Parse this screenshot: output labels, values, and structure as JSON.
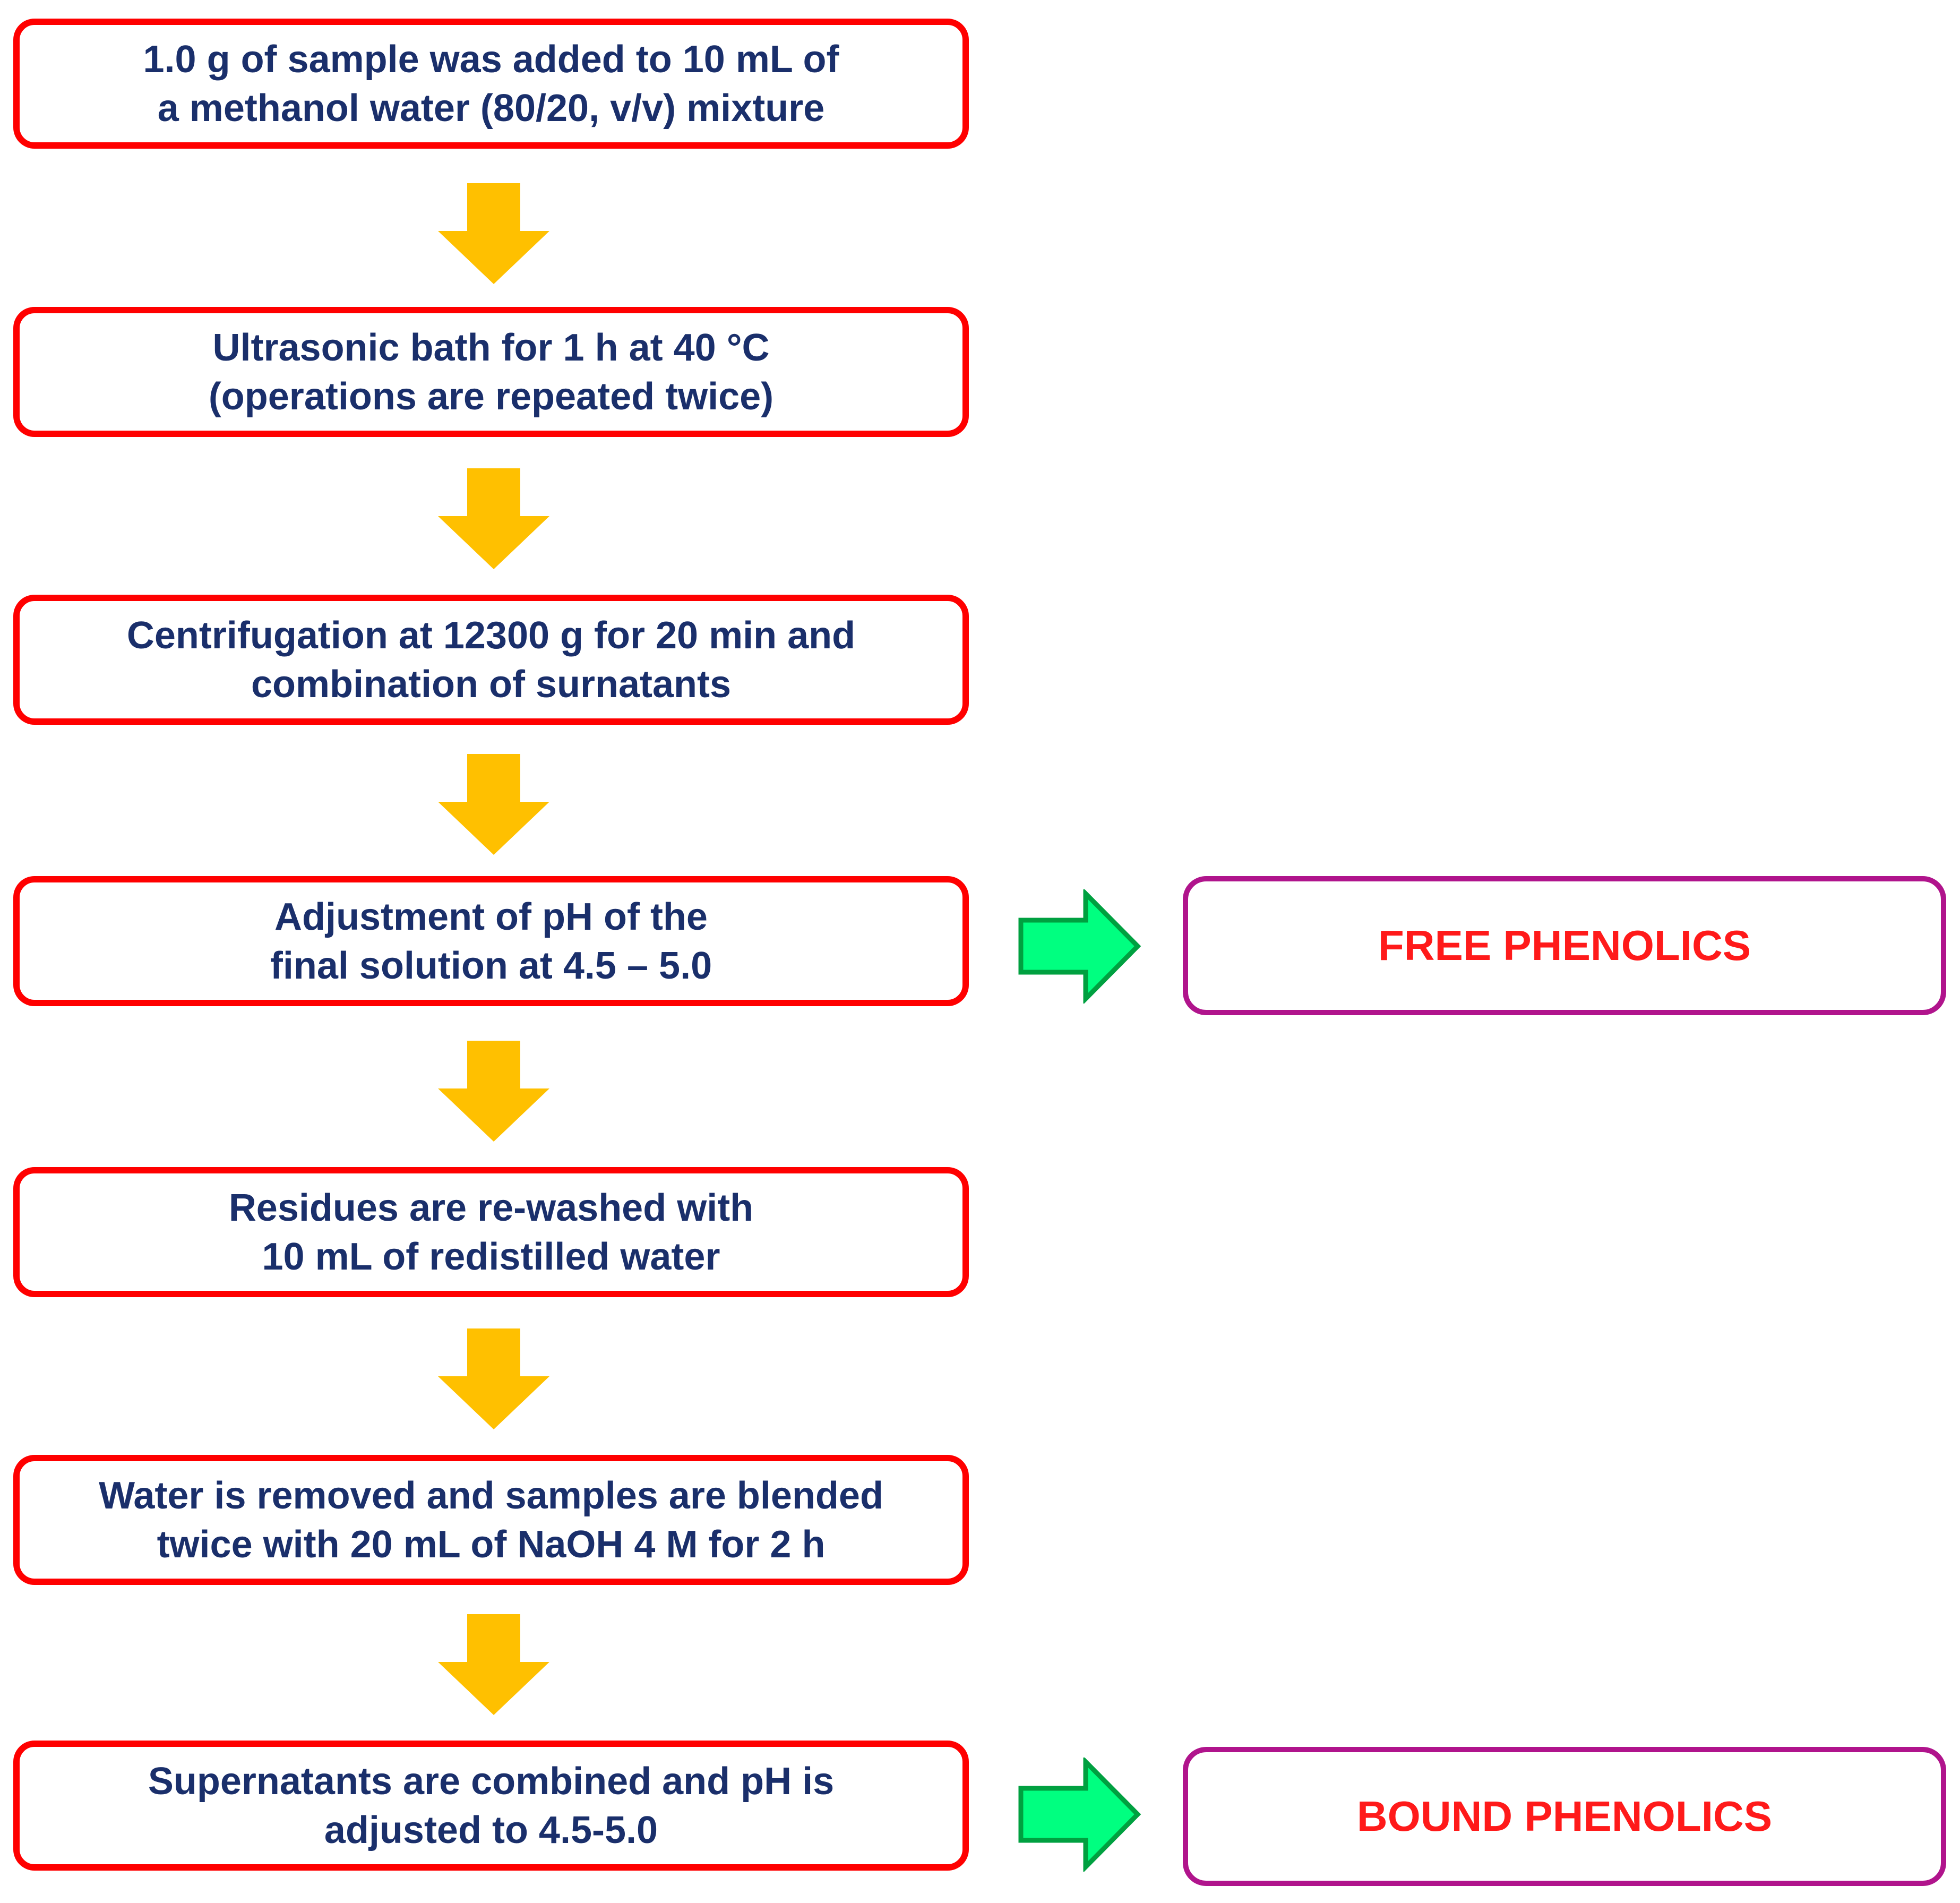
{
  "colors": {
    "step_border": "#ff0000",
    "step_text": "#1a2f6b",
    "down_arrow": "#ffc000",
    "right_arrow_fill": "#00ff80",
    "right_arrow_stroke": "#00a040",
    "result_border": "#b0148c",
    "result_text": "#ff1a1a"
  },
  "steps": [
    {
      "text": "1.0 g of sample was added to 10 mL of\na methanol water (80/20, v/v) mixture"
    },
    {
      "text": "Ultrasonic bath for 1 h at 40 °C\n(operations are repeated twice)"
    },
    {
      "text": "Centrifugation at 12300 g for 20 min and\ncombination of surnatants"
    },
    {
      "text": "Adjustment of pH of the\nfinal solution at 4.5 – 5.0"
    },
    {
      "text": "Residues are re-washed with\n10 mL of redistilled water"
    },
    {
      "text": "Water is removed and samples are blended\ntwice with 20 mL of NaOH 4 M for 2 h"
    },
    {
      "text": "Supernatants are combined and pH is\nadjusted to 4.5-5.0"
    }
  ],
  "results": [
    {
      "text": "FREE PHENOLICS",
      "from_step": 4
    },
    {
      "text": "BOUND PHENOLICS",
      "from_step": 7
    }
  ],
  "down_arrow_icon": "down-arrow-icon",
  "right_arrow_icon": "right-arrow-icon"
}
